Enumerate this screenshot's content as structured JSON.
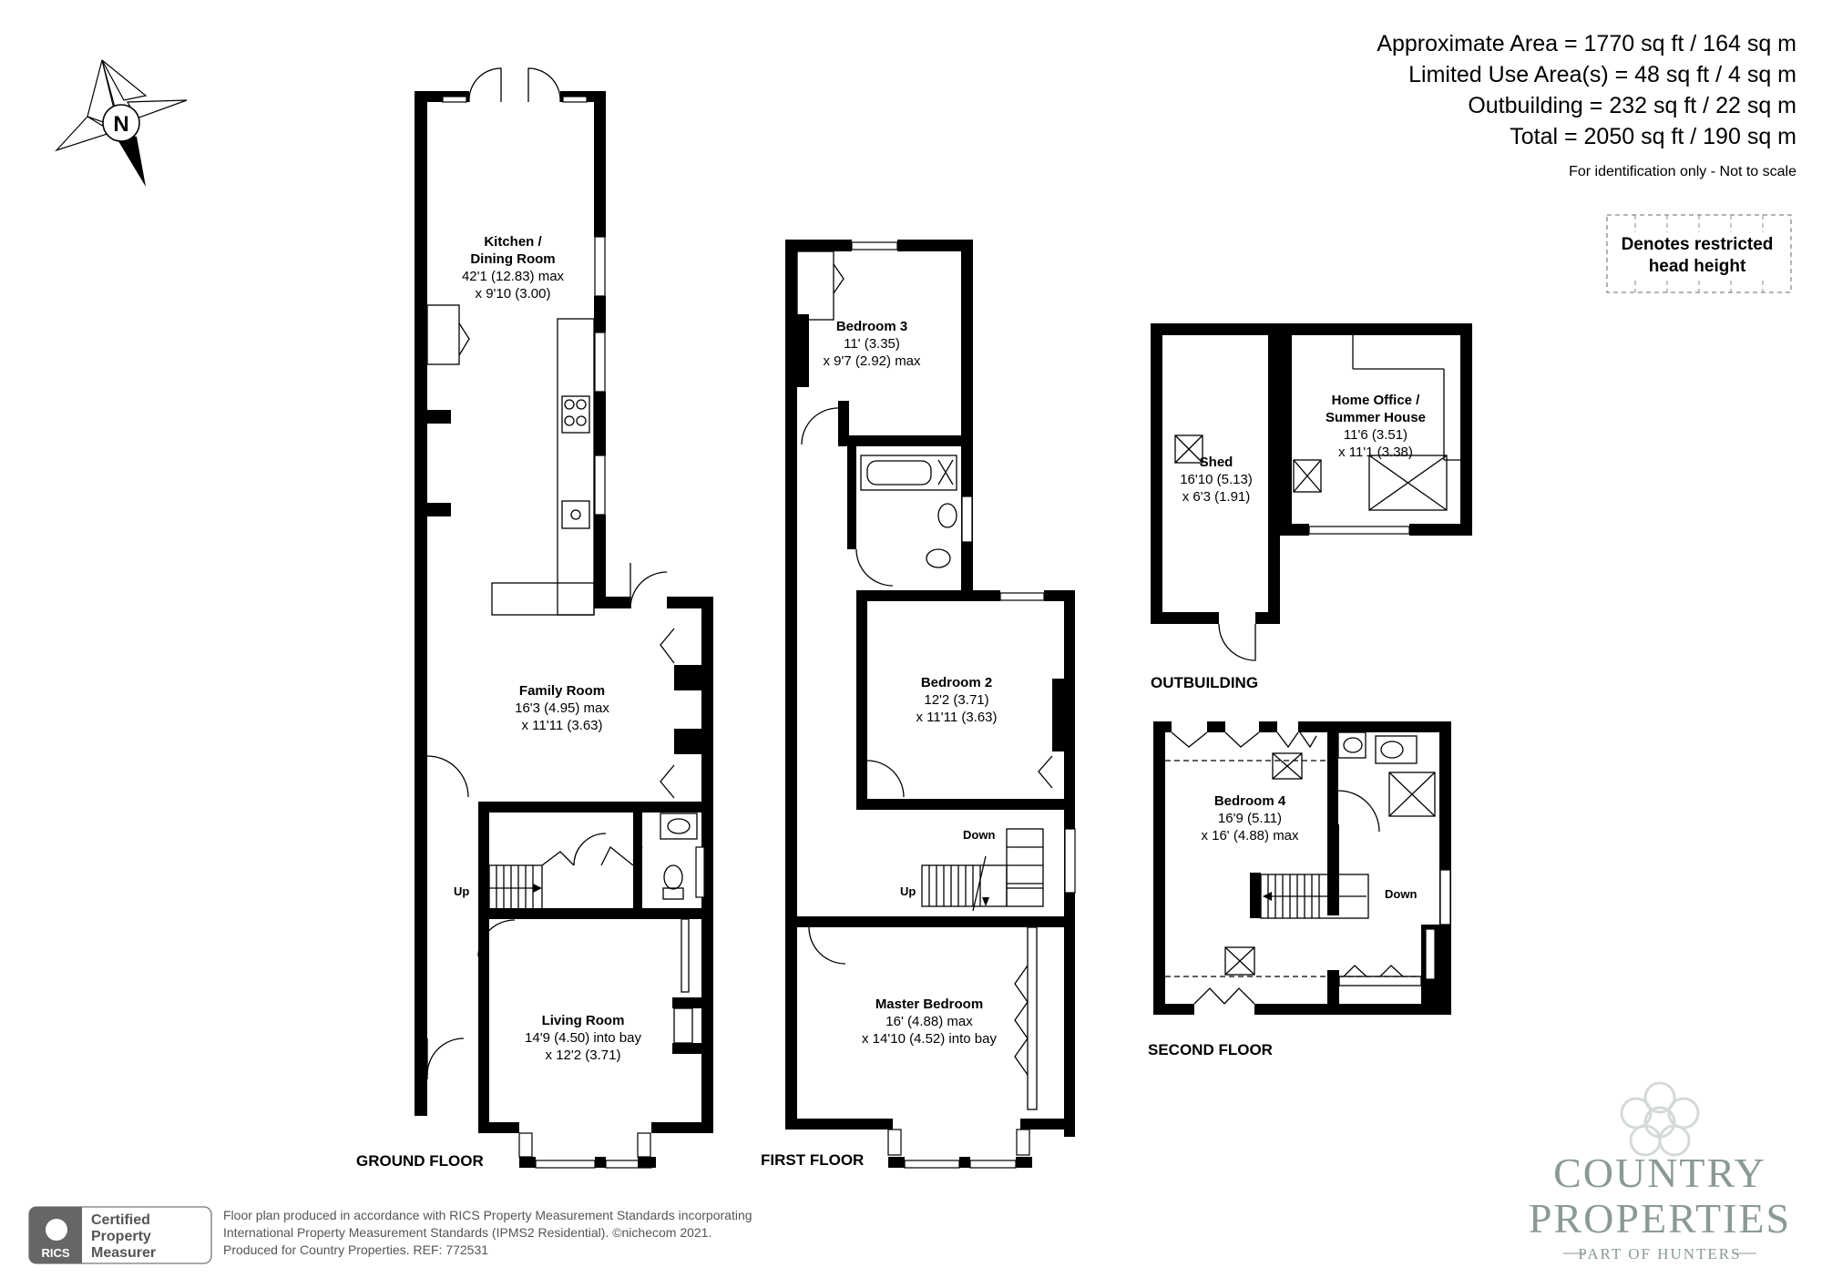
{
  "areas": {
    "lines": [
      "Approximate Area = 1770 sq ft / 164 sq m",
      "Limited Use Area(s) = 48 sq ft / 4 sq m",
      "Outbuilding = 232 sq ft / 22 sq m",
      "Total = 2050 sq ft / 190 sq m"
    ],
    "note": "For identification only - Not to scale"
  },
  "legend": {
    "line1": "Denotes restricted",
    "line2": "head height"
  },
  "compass": {
    "label": "N"
  },
  "floors": {
    "ground": "GROUND FLOOR",
    "first": "FIRST FLOOR",
    "second": "SECOND FLOOR",
    "outbuilding": "OUTBUILDING"
  },
  "rooms": {
    "kitchen": {
      "title1": "Kitchen /",
      "title2": "Dining Room",
      "dim1": "42'1 (12.83) max",
      "dim2": "x 9'10 (3.00)"
    },
    "family": {
      "title": "Family Room",
      "dim1": "16'3 (4.95) max",
      "dim2": "x 11'11 (3.63)"
    },
    "living": {
      "title": "Living Room",
      "dim1": "14'9 (4.50) into bay",
      "dim2": "x 12'2 (3.71)"
    },
    "bedroom3": {
      "title": "Bedroom 3",
      "dim1": "11' (3.35)",
      "dim2": "x 9'7 (2.92) max"
    },
    "bedroom2": {
      "title": "Bedroom 2",
      "dim1": "12'2 (3.71)",
      "dim2": "x 11'11 (3.63)"
    },
    "master": {
      "title": "Master Bedroom",
      "dim1": "16' (4.88) max",
      "dim2": "x 14'10 (4.52) into bay"
    },
    "shed": {
      "title": "Shed",
      "dim1": "16'10 (5.13)",
      "dim2": "x 6'3 (1.91)"
    },
    "office": {
      "title1": "Home Office /",
      "title2": "Summer House",
      "dim1": "11'6 (3.51)",
      "dim2": "x 11'1 (3.38)"
    },
    "bedroom4": {
      "title": "Bedroom 4",
      "dim1": "16'9 (5.11)",
      "dim2": "x 16' (4.88) max"
    }
  },
  "stairs": {
    "up": "Up",
    "down": "Down"
  },
  "rics": {
    "badge_line1": "Certified",
    "badge_line2": "Property",
    "badge_line3": "Measurer",
    "logo": "RICS",
    "text1": "Floor plan produced in accordance with RICS Property Measurement Standards incorporating",
    "text2": "International Property Measurement Standards (IPMS2 Residential).   ©nichecom 2021.",
    "text3": "Produced for Country Properties.   REF: 772531"
  },
  "brand": {
    "line1": "COUNTRY",
    "line2": "PROPERTIES",
    "line3": "PART OF HUNTERS"
  }
}
